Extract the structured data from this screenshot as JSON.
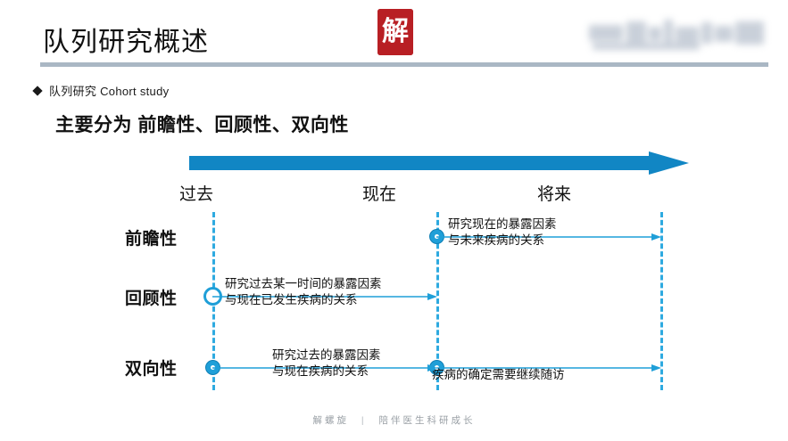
{
  "header": {
    "title": "队列研究概述",
    "seal_char": "解",
    "brand_logo_name": "blurred-brand-logo"
  },
  "content": {
    "bullet": {
      "marker": "diamond-bullet-icon",
      "text": "队列研究 Cohort study"
    },
    "subheading": "主要分为 前瞻性、回顾性、双向性"
  },
  "timeline": {
    "arrow_name": "time-axis-arrow",
    "labels": {
      "past": "过去",
      "present": "现在",
      "future": "将来"
    },
    "era_lines": [
      "past",
      "present",
      "future"
    ]
  },
  "rows": [
    {
      "label": "前瞻性",
      "captions": [
        {
          "line1": "研究现在的暴露因素",
          "line2": "与未来疾病的关系"
        }
      ]
    },
    {
      "label": "回顾性",
      "captions": [
        {
          "line1": "研究过去某一时间的暴露因素",
          "line2": "与现在已发生疾病的关系"
        }
      ]
    },
    {
      "label": "双向性",
      "captions": [
        {
          "line1": "研究过去的暴露因素",
          "line2": "与现在疾病的关系"
        },
        {
          "line1": "疾病的确定需要继续随访",
          "line2": ""
        }
      ]
    }
  ],
  "footer": {
    "brand": "解螺旋",
    "separator": "|",
    "tagline": "陪伴医生科研成长"
  },
  "colors": {
    "accent_blue": "#1f9fd8",
    "arrow_blue": "#1186c4",
    "dash_blue": "#2eaae0",
    "rule_gray": "#aab7c4",
    "seal_red": "#b81f24",
    "footer_gray": "#9aa0a6"
  }
}
